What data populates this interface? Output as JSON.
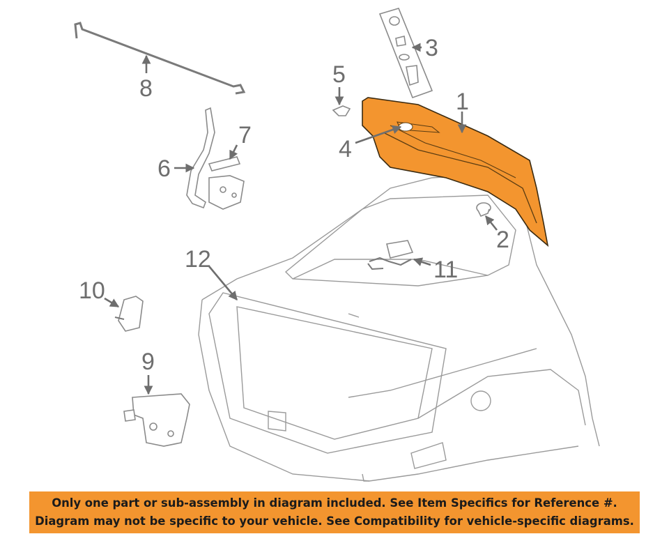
{
  "callouts": {
    "c1": "1",
    "c2": "2",
    "c3": "3",
    "c4": "4",
    "c5": "5",
    "c6": "6",
    "c7": "7",
    "c8": "8",
    "c9": "9",
    "c10": "10",
    "c11": "11",
    "c12": "12"
  },
  "highlight_color": "#f3952f",
  "notice": {
    "line1": "Only one part or sub-assembly in diagram included. See Item Specifics for Reference #.",
    "line2": "Diagram may not be specific to your vehicle. See Compatibility for vehicle-specific diagrams."
  }
}
